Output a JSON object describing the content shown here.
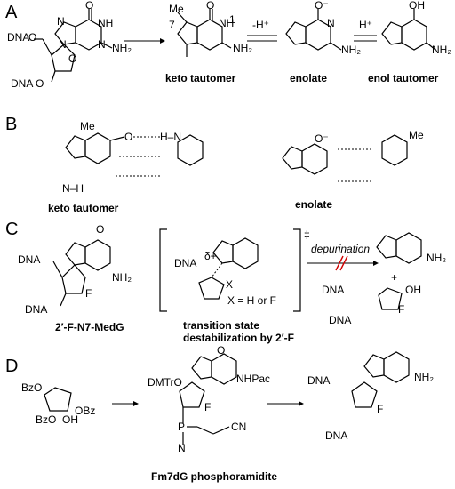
{
  "panels": {
    "A": {
      "letter": "A",
      "dna_5": "DNA",
      "dna_3": "DNA",
      "keto_label": "keto tautomer",
      "enolate_label": "enolate",
      "enol_label": "enol tautomer",
      "minus_h": "-H⁺",
      "plus_h": "H⁺",
      "num_7": "7",
      "num_1": "1"
    },
    "B": {
      "letter": "B",
      "keto_label": "keto tautomer",
      "enolate_label": "enolate"
    },
    "C": {
      "letter": "C",
      "mol_label": "2′-F-N7-MedG",
      "ts_label_1": "transition state",
      "ts_label_2": "destabilization by 2′-F",
      "x_note": "X = H or F",
      "delta": "δ+",
      "depurination": "depurination",
      "double_dagger": "‡",
      "plus": "+",
      "dna": "DNA"
    },
    "D": {
      "letter": "D",
      "phosphoramidite_label": "Fm7dG phosphoramidite",
      "dmtr": "DMTrO",
      "bzo": "BzO",
      "obz": "OBz",
      "oh": "OH",
      "nhpac": "NHPac",
      "cn": "CN",
      "dna": "DNA"
    }
  }
}
